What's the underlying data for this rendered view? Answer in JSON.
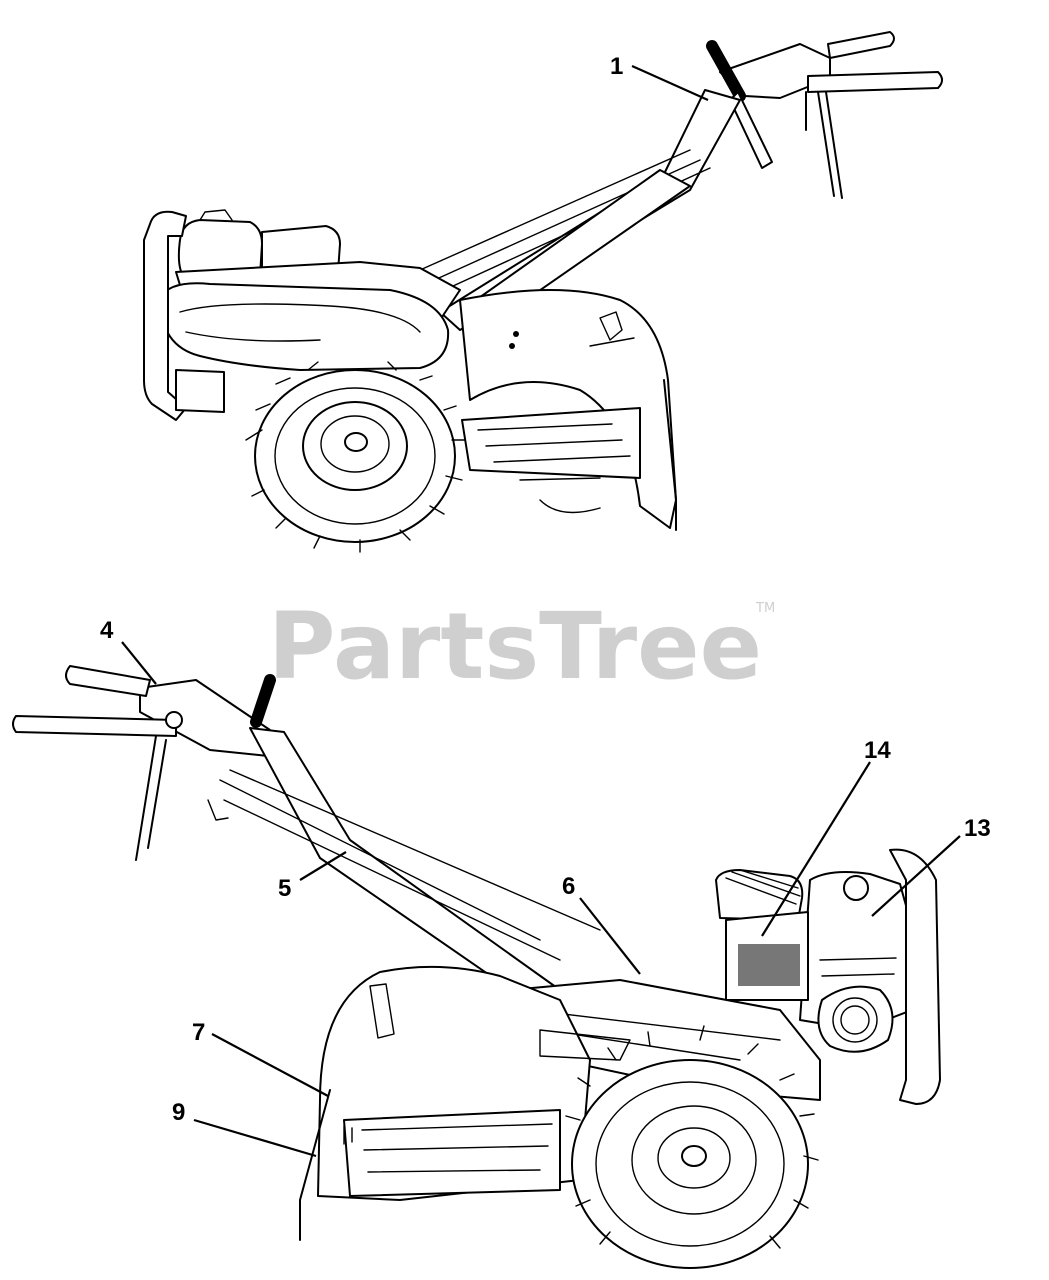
{
  "watermark": {
    "text": "PartsTree",
    "trademark": "TM"
  },
  "callouts": [
    {
      "id": "c1",
      "label": "1"
    },
    {
      "id": "c4",
      "label": "4"
    },
    {
      "id": "c5",
      "label": "5"
    },
    {
      "id": "c6",
      "label": "6"
    },
    {
      "id": "c7",
      "label": "7"
    },
    {
      "id": "c9",
      "label": "9"
    },
    {
      "id": "c13",
      "label": "13"
    },
    {
      "id": "c14",
      "label": "14"
    }
  ]
}
